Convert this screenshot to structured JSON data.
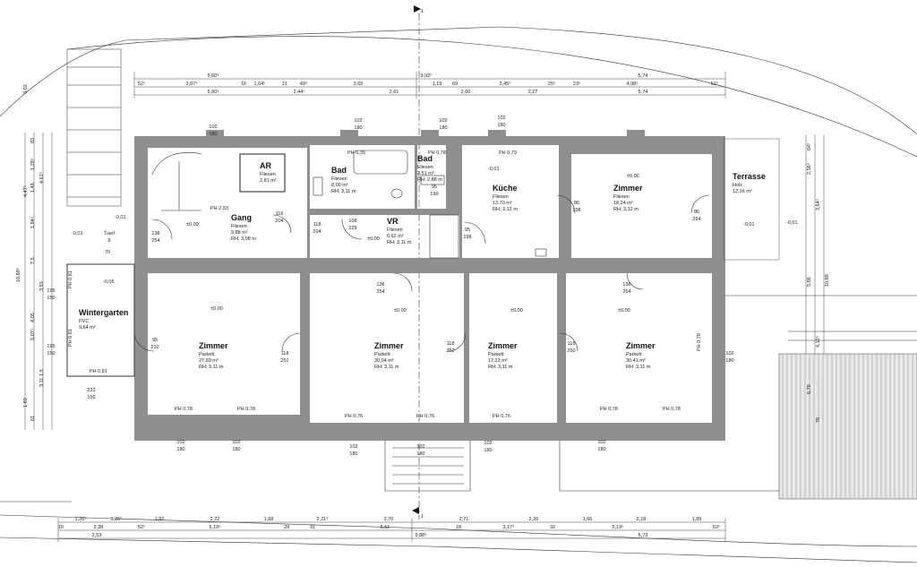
{
  "rooms": [
    {
      "id": "ar",
      "name": "AR",
      "floor": "Fliesen",
      "area": "2,81 m²",
      "height": ""
    },
    {
      "id": "bad1",
      "name": "Bad",
      "floor": "Fliesen",
      "area": "8,00 m²",
      "height": "RH: 3,11 m"
    },
    {
      "id": "bad2",
      "name": "Bad",
      "floor": "Fliesen",
      "area": "2,51 m²",
      "height": "RH: 2,88 m"
    },
    {
      "id": "kueche",
      "name": "Küche",
      "floor": "Fliesen",
      "area": "13,70 m²",
      "height": "RH: 3,12 m"
    },
    {
      "id": "zimmer1",
      "name": "Zimmer",
      "floor": "Fliesen",
      "area": "18,24 m²",
      "height": "RH: 3,12 m"
    },
    {
      "id": "terrasse",
      "name": "Terrasse",
      "floor": "Holz",
      "area": "12,16 m²",
      "height": ""
    },
    {
      "id": "gang",
      "name": "Gang",
      "floor": "Fliesen",
      "area": "9,88 m²",
      "height": "RH: 3,08 m"
    },
    {
      "id": "vr",
      "name": "VR",
      "floor": "Fliesen",
      "area": "6,62 m²",
      "height": "RH: 3,11 m"
    },
    {
      "id": "wintergarten",
      "name": "Wintergarten",
      "floor": "PVC",
      "area": "9,64 m²",
      "height": ""
    },
    {
      "id": "zimmer2",
      "name": "Zimmer",
      "floor": "Parkett",
      "area": "27,89 m²",
      "height": "RH: 3,11 m"
    },
    {
      "id": "zimmer3",
      "name": "Zimmer",
      "floor": "Parkett",
      "area": "30,04 m²",
      "height": "RH: 3,11 m"
    },
    {
      "id": "zimmer4",
      "name": "Zimmer",
      "floor": "Parkett",
      "area": "17,23 m²",
      "height": "RH: 3,11 m"
    },
    {
      "id": "zimmer5",
      "name": "Zimmer",
      "floor": "Parkett",
      "area": "30,41 m²",
      "height": "RH: 3,11 m"
    }
  ],
  "levels": [
    "±0,00",
    "±0,00",
    "±0,00",
    "±0,00",
    "±0,00",
    "±0,00",
    "±0,00",
    "-0,01",
    "-0,01",
    "-0,01",
    "-0,01",
    "-0,05",
    "-0,01"
  ],
  "parapets": [
    "PH 0,35",
    "PH 0,78",
    "PH 0,79",
    "PH 2,33",
    "PH 0,81",
    "PH 0,81",
    "PH 0,81",
    "PH 0,78",
    "PH 0,78",
    "PH 0,76",
    "PH 0,76",
    "PH 0,76",
    "PH 0,78",
    "PH 0,78",
    "PH 0,76"
  ],
  "dims_top": {
    "row1": [
      "5,60⁵",
      "9,92⁵",
      "5,74"
    ],
    "row2": [
      "52⁵",
      "3,07⁵",
      "16",
      "1,64⁵",
      "21",
      "49⁵",
      "3,65",
      "1,19",
      "69",
      "3,45⁵",
      "25⁵",
      "23⁵",
      "4,98⁵",
      "51⁵"
    ],
    "row3": [
      "5,60⁵",
      "2,44⁵",
      "2,61",
      "2,60",
      "2,27",
      "5,74"
    ]
  },
  "dims_bottom": {
    "row1": [
      "1,26⁵",
      "1,26⁵",
      "1,82",
      "2,22",
      "1,68",
      "2,21⁵",
      "2,70",
      "2,71",
      "2,26",
      "1,66",
      "2,18",
      "1,89"
    ],
    "row2": [
      "15",
      "2,38",
      "52⁵",
      "5,19⁵",
      "29",
      "31",
      "5,61",
      "18",
      "3,17⁵",
      "32",
      "5,19⁵",
      "52⁵"
    ],
    "row3": [
      "2,53",
      "9,88⁵",
      "5,73"
    ]
  },
  "dims_left": [
    "3,02",
    "83",
    "1,28⁵",
    "4,47⁵",
    "1,48",
    "4,61⁵",
    "1,94⁵",
    "7,5",
    "10,89⁵",
    "3,93",
    "4,05",
    "5,07⁵",
    "1,5",
    "1,83",
    "61",
    "3,11"
  ],
  "dims_right": [
    "64⁵",
    "2,56⁵",
    "3,64⁵",
    "5,86",
    "10,89",
    "4,12⁵",
    "6,78",
    "78"
  ],
  "openings": [
    "102\n180",
    "102\n180",
    "102\n180",
    "102\n180",
    "116\n204",
    "118\n204",
    "108\n229",
    "95\n198",
    "86\n198",
    "86\n254",
    "138\n254",
    "70",
    "Tuerl\n6",
    "195\n150",
    "195\n150",
    "223\n150",
    "95\n210",
    "118\n251",
    "118\n252",
    "118\n250",
    "102\n180",
    "136\n254",
    "136\n254",
    "95\n190",
    "102\n180",
    "102\n180",
    "102\n180",
    "102\n180",
    "102\n180",
    "102\n180"
  ],
  "section_marks": {
    "top": "1",
    "bottom": "1"
  }
}
